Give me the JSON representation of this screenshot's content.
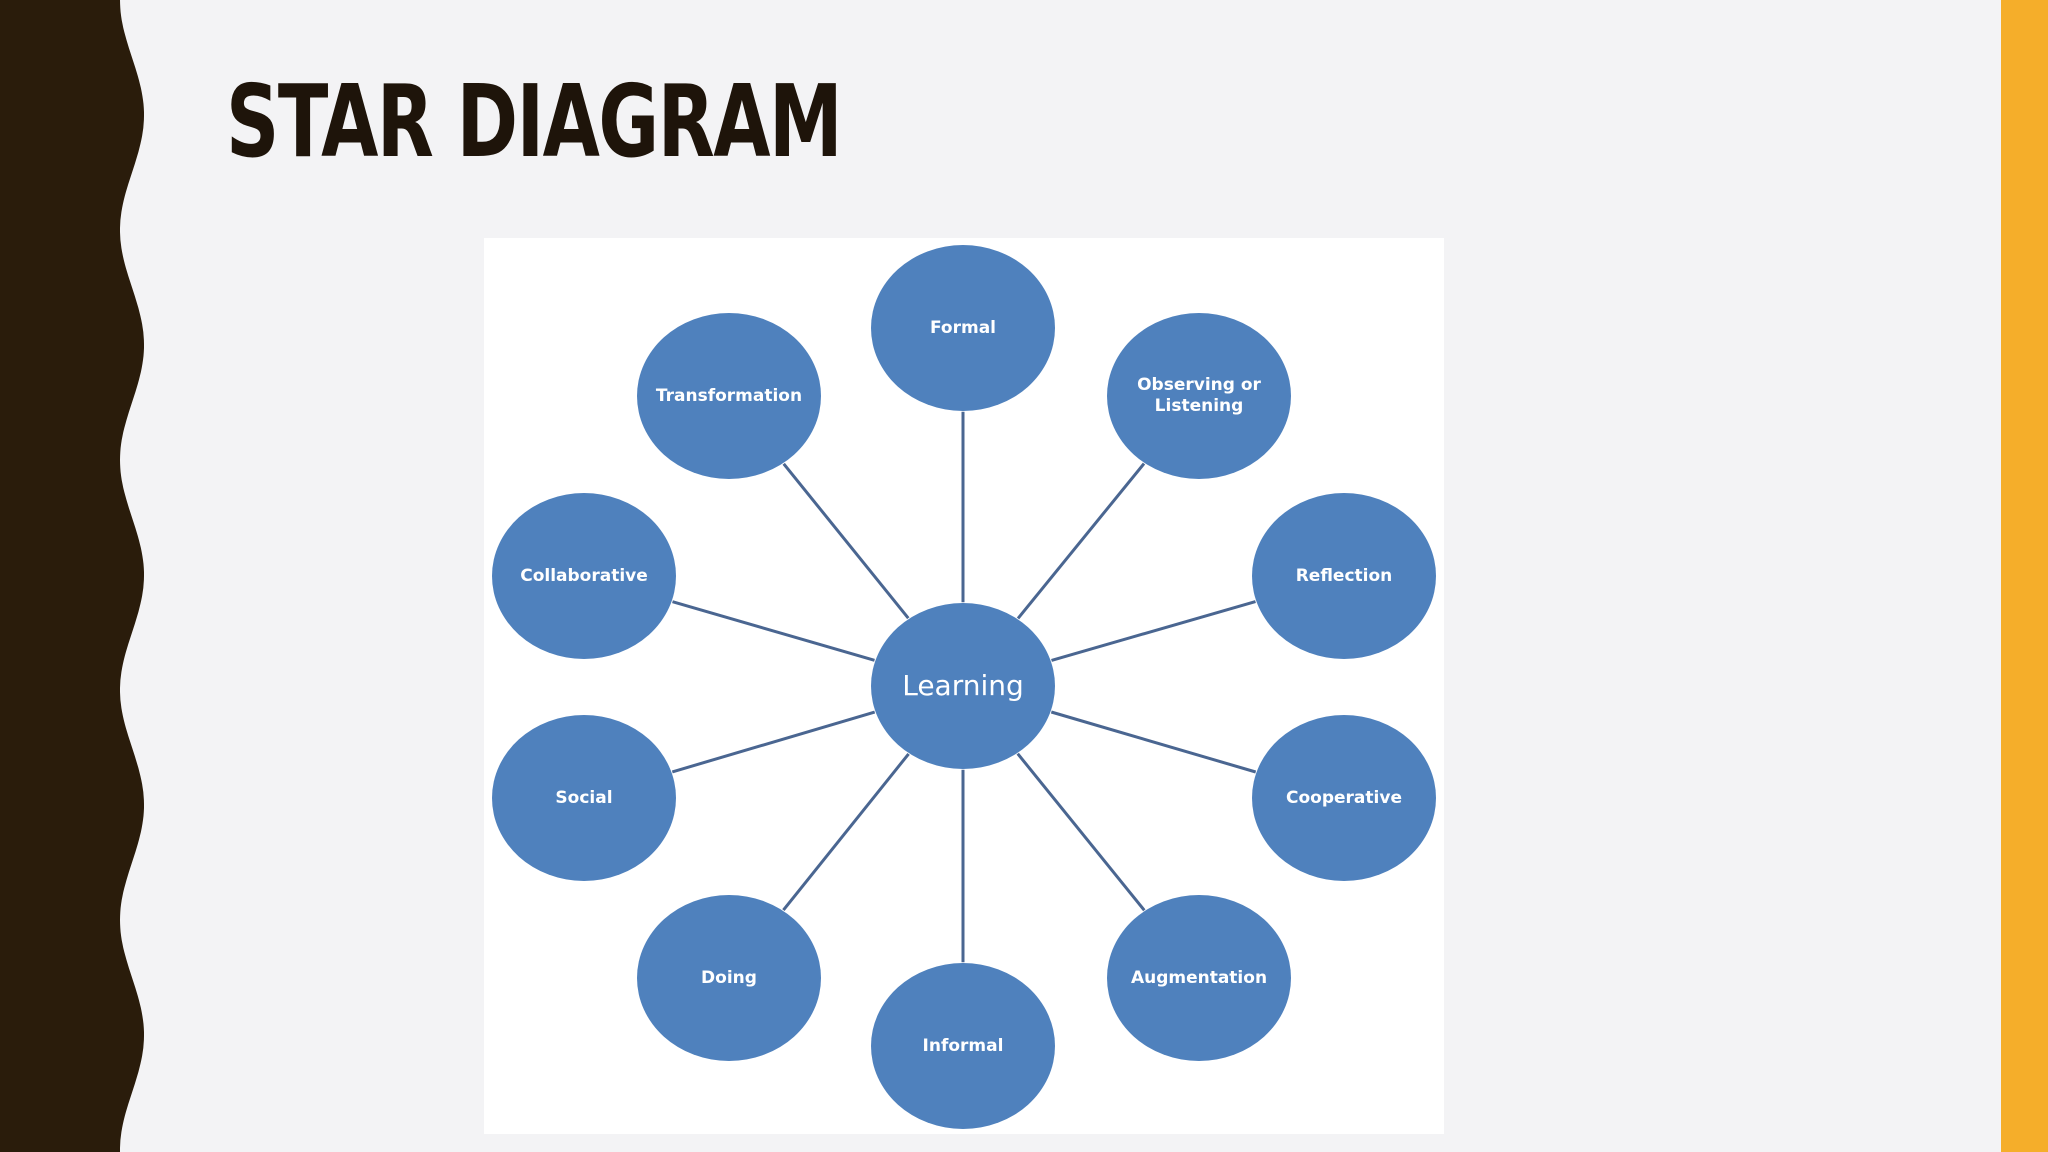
{
  "slide": {
    "title": "STAR DIAGRAM",
    "colors": {
      "background": "#f3f3f5",
      "left_band": "#2a1c0b",
      "right_band": "#f5ae2a",
      "title": "#1e140a"
    }
  },
  "diagram": {
    "type": "star",
    "colors": {
      "node_fill": "#4f81bd",
      "connector": "#4a6691",
      "label": "#ffffff",
      "panel": "#ffffff"
    },
    "center": {
      "id": "learning",
      "label": "Learning"
    },
    "nodes": [
      {
        "id": "formal",
        "label": "Formal"
      },
      {
        "id": "observing-or-listening",
        "label": "Observing or\nListening"
      },
      {
        "id": "reflection",
        "label": "Reflection"
      },
      {
        "id": "cooperative",
        "label": "Cooperative"
      },
      {
        "id": "augmentation",
        "label": "Augmentation"
      },
      {
        "id": "informal",
        "label": "Informal"
      },
      {
        "id": "doing",
        "label": "Doing"
      },
      {
        "id": "social",
        "label": "Social"
      },
      {
        "id": "collaborative",
        "label": "Collaborative"
      },
      {
        "id": "transformation",
        "label": "Transformation"
      }
    ],
    "edges": [
      {
        "from": "learning",
        "to": "formal"
      },
      {
        "from": "learning",
        "to": "observing-or-listening"
      },
      {
        "from": "learning",
        "to": "reflection"
      },
      {
        "from": "learning",
        "to": "cooperative"
      },
      {
        "from": "learning",
        "to": "augmentation"
      },
      {
        "from": "learning",
        "to": "informal"
      },
      {
        "from": "learning",
        "to": "doing"
      },
      {
        "from": "learning",
        "to": "social"
      },
      {
        "from": "learning",
        "to": "collaborative"
      },
      {
        "from": "learning",
        "to": "transformation"
      }
    ]
  }
}
